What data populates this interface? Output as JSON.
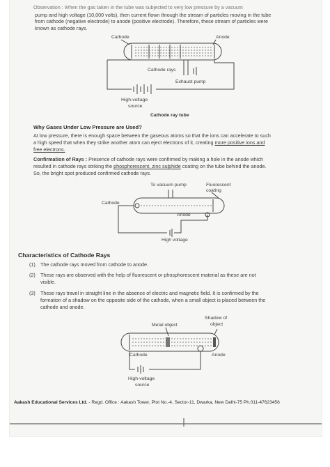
{
  "top": {
    "line1": "Observation : When the gas taken in the tube was subjected to very low pressure by a vacuum",
    "line2": "pump and high voltage (10,000 volts), then current flown through the stream of particles moving in the tube",
    "line3": "from cathode (negative electrode) to anode (positive electrode). Therefore, these stream of particles were",
    "line4": "known as cathode rays."
  },
  "fig1": {
    "cathode": "Cathode",
    "anode": "Anode",
    "cathode_rays": "Cathode rays",
    "exhaust_pump": "Exhaust pump",
    "hv1": "High-voltage",
    "hv2": "source",
    "caption": "Cathode ray tube"
  },
  "why": {
    "heading": "Why Gases Under Low Pressure are Used?",
    "p1": "At low pressure, there is enough space between the gaseous atoms so that the ions can accelerate to such",
    "p2": "a high speed that when they strike another atom can eject electrons of it, creating",
    "p2u": "more positive ions and",
    "p3": "free electrons."
  },
  "confirm": {
    "heading": "Confirmation of Rays :",
    "l1": "Presence of cathode rays were confirmed by making a hole in the anode which",
    "l2a": "resulted in cathode rays striking the",
    "l2u": "phosphorescent, zinc sulphide",
    "l2b": "coating on the tube behind the anode.",
    "l3": "So, the bright spot produced confirmed cathode rays."
  },
  "fig2": {
    "vacuum": "To vacuum pump",
    "fluor1": "Fluorescent",
    "fluor2": "coating",
    "cathode": "Cathode",
    "anode": "Anode",
    "hv": "High voltage"
  },
  "characteristics": {
    "heading": "Characteristics of Cathode Rays",
    "i1n": "(1)",
    "i1": "The cathode rays moved from cathode to anode.",
    "i2n": "(2)",
    "i2a": "These rays are observed with the help of fluorescent or phosphorescent material as these are not",
    "i2b": "visible.",
    "i3n": "(3)",
    "i3a": "These rays travel in straight line in the  absence of electric and magnetic field. It is confirmed by the",
    "i3b": "formation of a shadow on the opposite side of the cathode, when a small object is placed between the",
    "i3c": "cathode and anode."
  },
  "fig3": {
    "metal": "Metal object",
    "shadow1": "Shadow of",
    "shadow2": "object",
    "cathode": "Cathode",
    "anode": "Anode",
    "hv1": "High-voltage",
    "hv2": "source"
  },
  "footer": {
    "org": "Aakash Educational Services Ltd.",
    "rest": " - Regd. Office : Aakash Tower, Plot No.-4, Sector-11, Dwarka, New Delhi-75 Ph.011-47623456"
  }
}
